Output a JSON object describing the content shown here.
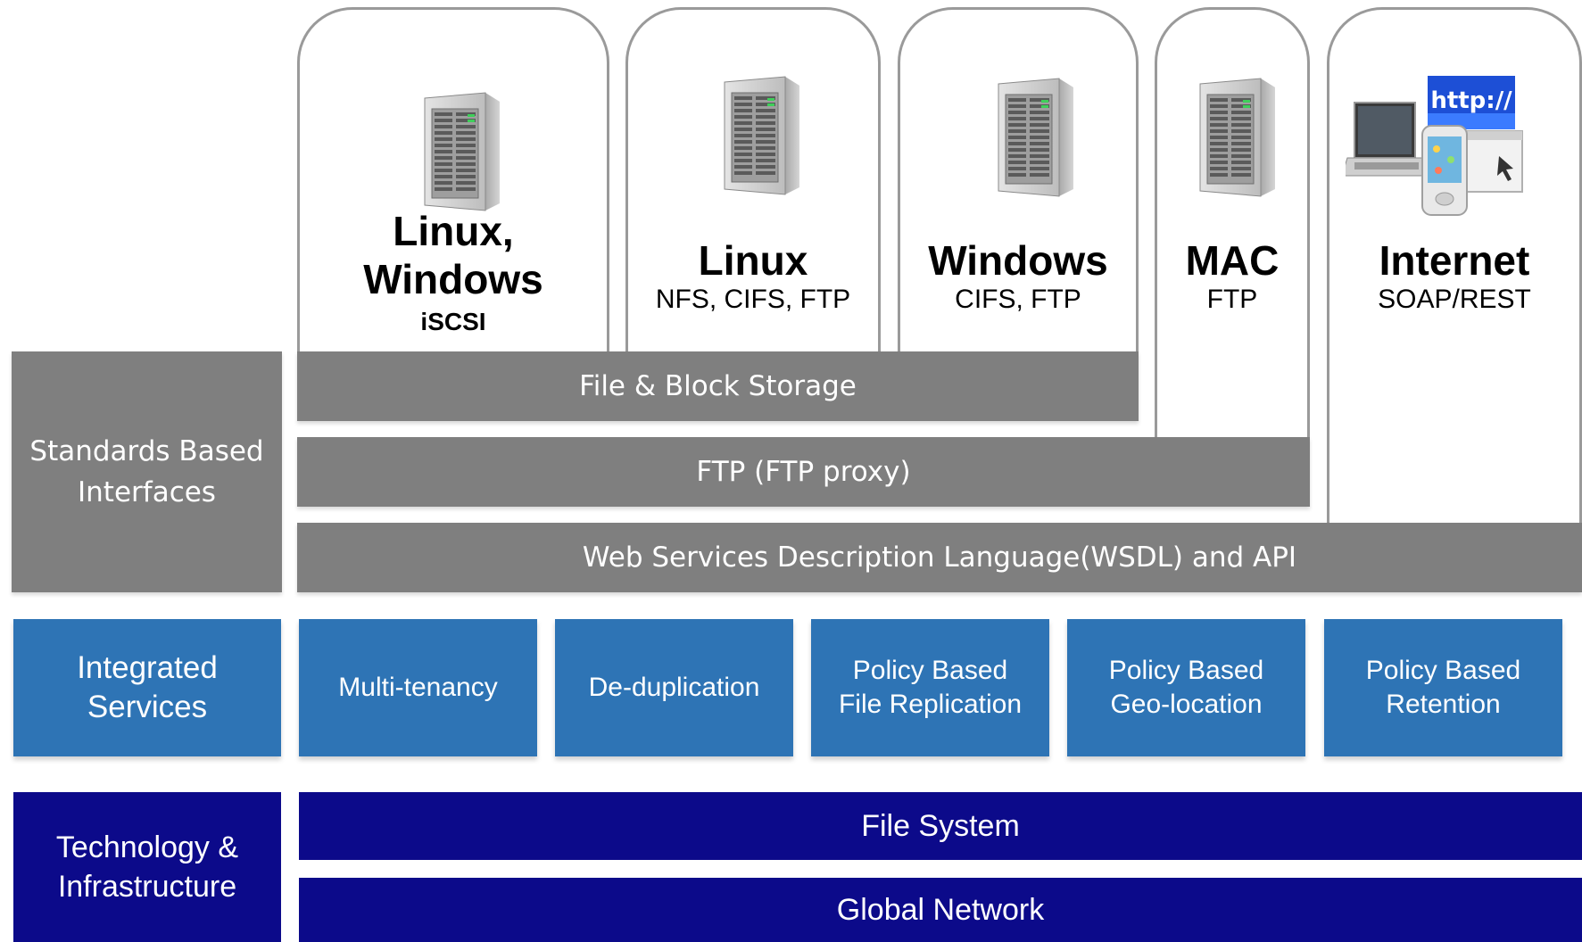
{
  "columns": [
    {
      "title": "Linux,\nWindows",
      "subtitle": "iSCSI",
      "icon": "server-tower-icon"
    },
    {
      "title": "Linux",
      "subtitle": "NFS, CIFS, FTP",
      "icon": "server-tower-icon"
    },
    {
      "title": "Windows",
      "subtitle": "CIFS, FTP",
      "icon": "server-tower-icon"
    },
    {
      "title": "MAC",
      "subtitle": "FTP",
      "icon": "server-tower-icon"
    },
    {
      "title": "Internet",
      "subtitle": "SOAP/REST",
      "icon": "internet-devices-icon",
      "icon_text": "http://"
    }
  ],
  "interfaces": {
    "label": "Standards Based\nInterfaces",
    "file_block": "File & Block Storage",
    "ftp": "FTP (FTP proxy)",
    "wsdl": "Web Services Description Language(WSDL) and API"
  },
  "services": {
    "label": "Integrated\nServices",
    "items": [
      "Multi-tenancy",
      "De-duplication",
      "Policy Based\nFile Replication",
      "Policy Based\nGeo-location",
      "Policy Based\nRetention"
    ]
  },
  "infrastructure": {
    "label": "Technology &\nInfrastructure",
    "file_system": "File System",
    "global_network": "Global Network"
  },
  "colors": {
    "gray": "#7f7f7f",
    "blue": "#2e74b5",
    "navy": "#0c0a8a",
    "column_border": "#9a9a9a"
  }
}
